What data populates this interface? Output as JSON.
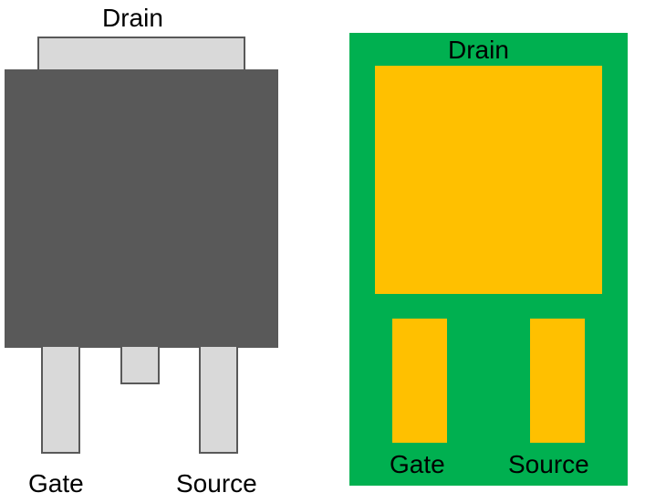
{
  "package_view": {
    "drain_label": "Drain",
    "gate_label": "Gate",
    "source_label": "Source",
    "colors": {
      "body": "#595959",
      "tab": "#d9d9d9",
      "lead": "#d9d9d9",
      "outline": "#595959"
    }
  },
  "footprint_view": {
    "drain_label": "Drain",
    "gate_label": "Gate",
    "source_label": "Source",
    "colors": {
      "board": "#00b050",
      "pad": "#ffc000"
    }
  }
}
